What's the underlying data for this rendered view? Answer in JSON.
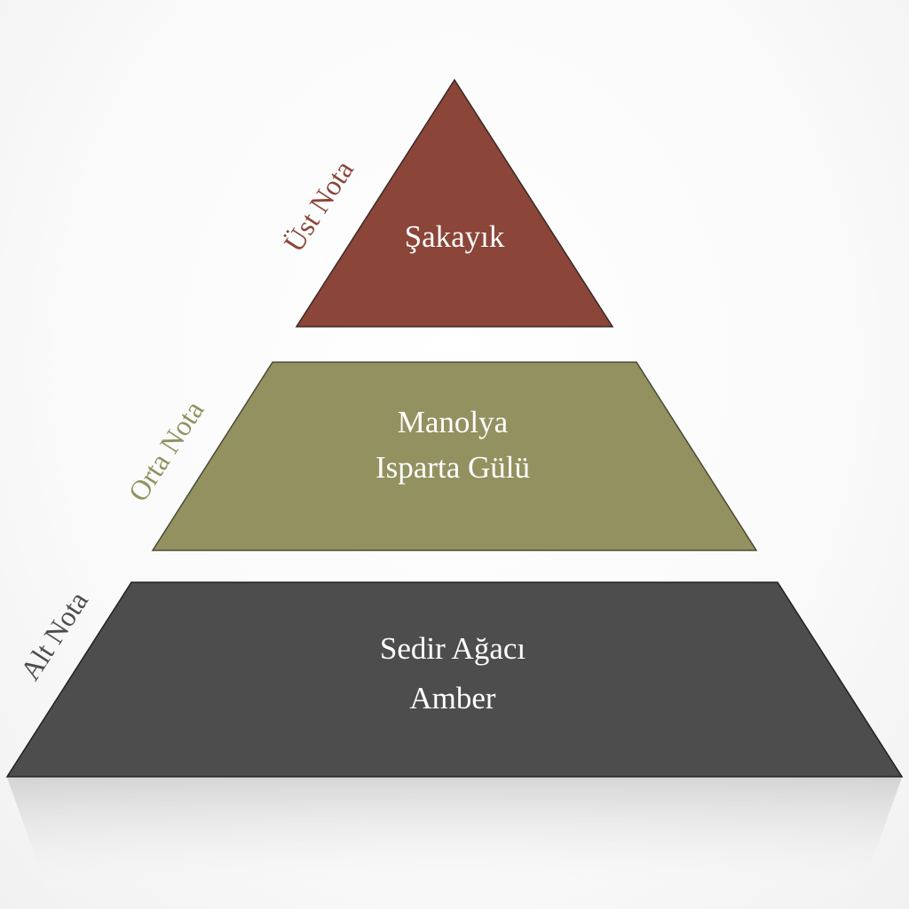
{
  "colors": {
    "top": "#8b4539",
    "middle": "#939160",
    "base": "#4d4d4d"
  },
  "tiers": [
    {
      "label": "Üst Nota",
      "lines": [
        "Şakayık"
      ]
    },
    {
      "label": "Orta Nota",
      "lines": [
        "Manolya",
        "Isparta Gülü"
      ]
    },
    {
      "label": "Alt Nota",
      "lines": [
        "Sedir Ağacı",
        "Amber"
      ]
    }
  ]
}
